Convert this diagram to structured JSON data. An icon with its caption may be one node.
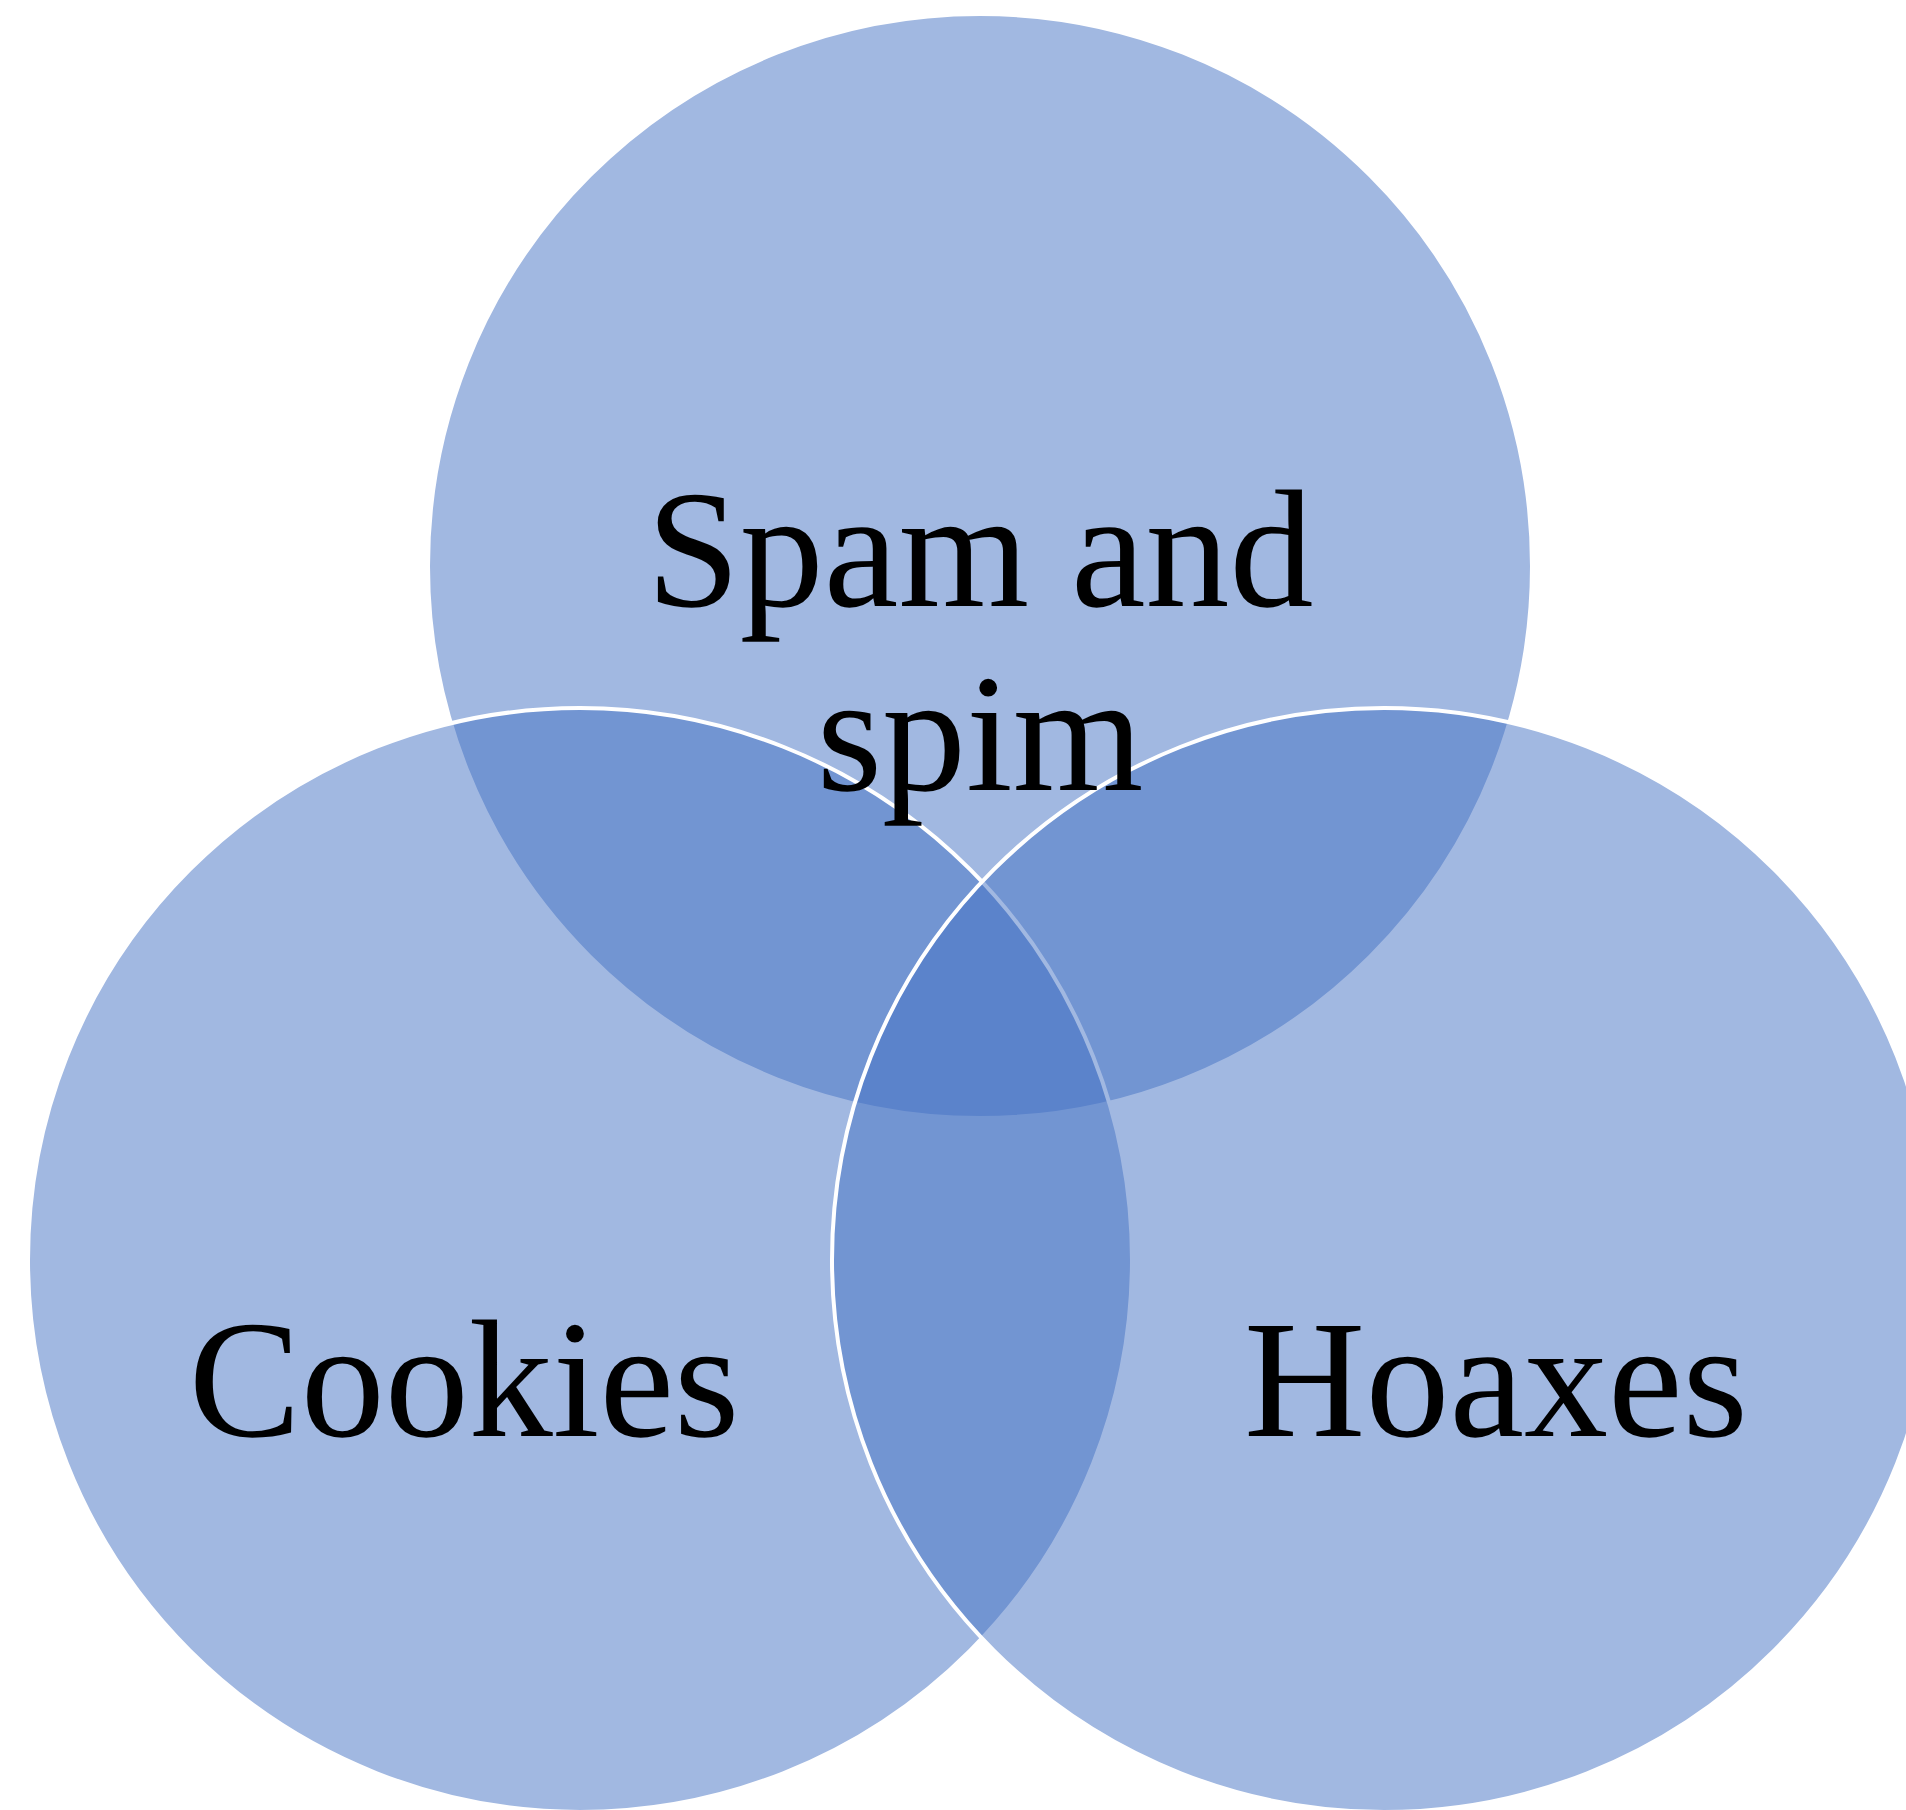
{
  "diagram": {
    "nodes": [
      {
        "text": [
          "Spam and spim"
        ]
      },
      {
        "text": [
          "Cookies"
        ]
      },
      {
        "text": [
          "Hoaxes"
        ]
      }
    ]
  }
}
